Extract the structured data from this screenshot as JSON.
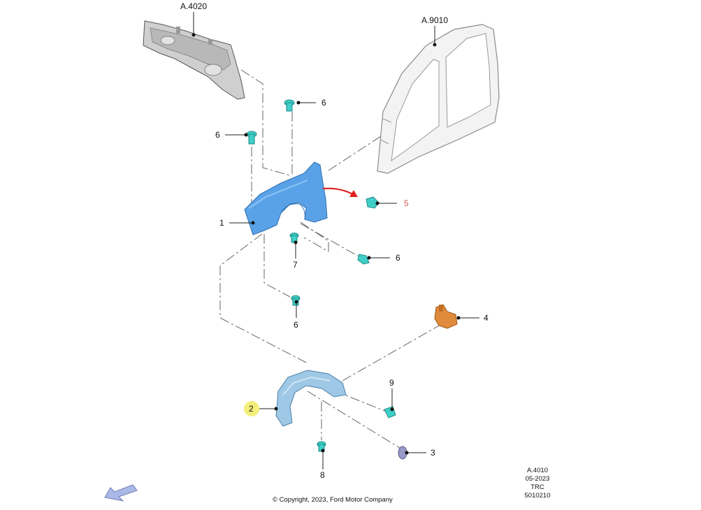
{
  "diagram": {
    "ref_labels": {
      "dash_panel": "A.4020",
      "body_side": "A.9010"
    },
    "callouts": {
      "fender": "1",
      "liner": "2",
      "plug": "3",
      "bracket": "4",
      "clip_red": "5",
      "bolt_top": "6",
      "bolt_left": "6",
      "bolt_right": "6",
      "bolt_lower": "6",
      "bolt_7": "7",
      "bolt_8": "8",
      "bolt_9": "9"
    },
    "colors": {
      "fender": "#5aa2e8",
      "liner": "#9ec8e6",
      "fastener": "#3fcfc8",
      "bracket": "#e08a3c",
      "plug": "#9a9ac8",
      "arrow": "#e02020",
      "highlight": "#f3ef7a",
      "nav_arrow": "#a9b8e6"
    },
    "footer": {
      "ref_code": "A.4010",
      "date": "05-2023",
      "region": "TRC",
      "part_number": "5010210",
      "copyright": "© Copyright, 2023, Ford Motor Company"
    },
    "icons": [
      "nav-arrow-icon"
    ]
  }
}
